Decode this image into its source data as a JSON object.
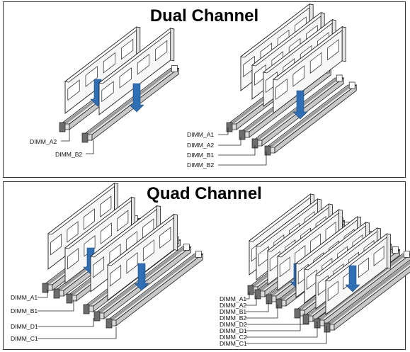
{
  "dual": {
    "title": "Dual Channel",
    "config_a": {
      "labels": [
        "DIMM_A2",
        "DIMM_B2"
      ]
    },
    "config_b": {
      "labels": [
        "DIMM_A1",
        "DIMM_A2",
        "DIMM_B1",
        "DIMM_B2"
      ]
    }
  },
  "quad": {
    "title": "Quad Channel",
    "config_a": {
      "labels": [
        "DIMM_A1",
        "DIMM_B1",
        "DIMM_D1",
        "DIMM_C1"
      ]
    },
    "config_b": {
      "labels": [
        "DIMM_A1",
        "DIMM_A2",
        "DIMM_B1",
        "DIMM_B2",
        "DIMM_D2",
        "DIMM_D1",
        "DIMM_C2",
        "DIMM_C1"
      ]
    }
  },
  "colors": {
    "outline": "#222222",
    "module_fill": "#f7f7f7",
    "slot_fill": "#9a9a9a",
    "arrow": "#2f6fb5"
  }
}
